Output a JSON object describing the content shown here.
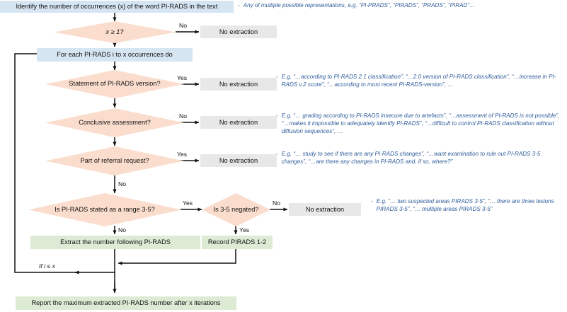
{
  "diagram": {
    "title": "PI-RADS number extraction flowchart",
    "colors": {
      "process_blue": "#D6E5F2",
      "terminal_gray": "#E8E8E8",
      "result_green": "#DDEBD5",
      "decision_peach": "#FBDDCD",
      "annotation_blue": "#2E5C9A",
      "line_black": "#111111"
    },
    "nodes": {
      "start": "Identify the number of occurrences (x) of the word PI-RADS in the text",
      "d_x_ge_1": "x ≥ 1?",
      "loop_header": "For each PI-RADS i to x occurrences do",
      "d_version": "Statement of PI-RADS version?",
      "d_conclusive": "Conclusive assessment?",
      "d_referral": "Part of referral request?",
      "d_range": "Is PI-RADS stated as a range 3-5?",
      "d_negated": "Is 3-5 negated?",
      "extract": "Extract the number following PI-RADS",
      "record": "Record PIRADS 1-2",
      "report": "Report the maximum extracted PI-RADS number after x iterations",
      "no_extraction": "No extraction"
    },
    "edge_labels": {
      "no": "No",
      "yes": "Yes",
      "loop_back": "If i ≤ x"
    },
    "annotations": [
      {
        "id": "representations",
        "dash": "-",
        "text": "Any of multiple possible representations, e.g. “PI-PRADS”, “PIRADS”, “PRADS”, “PIRAD”…"
      },
      {
        "id": "version-examples",
        "dash": "-",
        "text": "E.g. “…according to PI-RADS 2.1 classification”, “…2.0 version of PI-RADS classification”, “…increase in PI-RADS v.2 score”, “…according to most recent PI-RADS-version”, …"
      },
      {
        "id": "inconclusive-examples",
        "dash": "-",
        "text": "E.g. “… grading according to PI-RADS insecure due to artefacts”, “…assessment of PI-RADS is not possible”, “…makes it impossible to adequately identify PI-RADS”, “…difficult to control PI-RADS classification without diffusion sequences”, …"
      },
      {
        "id": "referral-examples",
        "dash": "-",
        "text": "E.g. “… study to see if there are any PI-RADS changes”, “…want examination to rule out PI-RADS 3-5 changes”, “…are there any changes in PI-RADS and, if so, where?”"
      },
      {
        "id": "range-examples",
        "dash": "-",
        "text": "E.g. “… two suspected areas PIRADS 3-5”, “… there are three lesions PIRADS 3-5”, “… multiple areas PIRADS 3-5”"
      }
    ]
  }
}
